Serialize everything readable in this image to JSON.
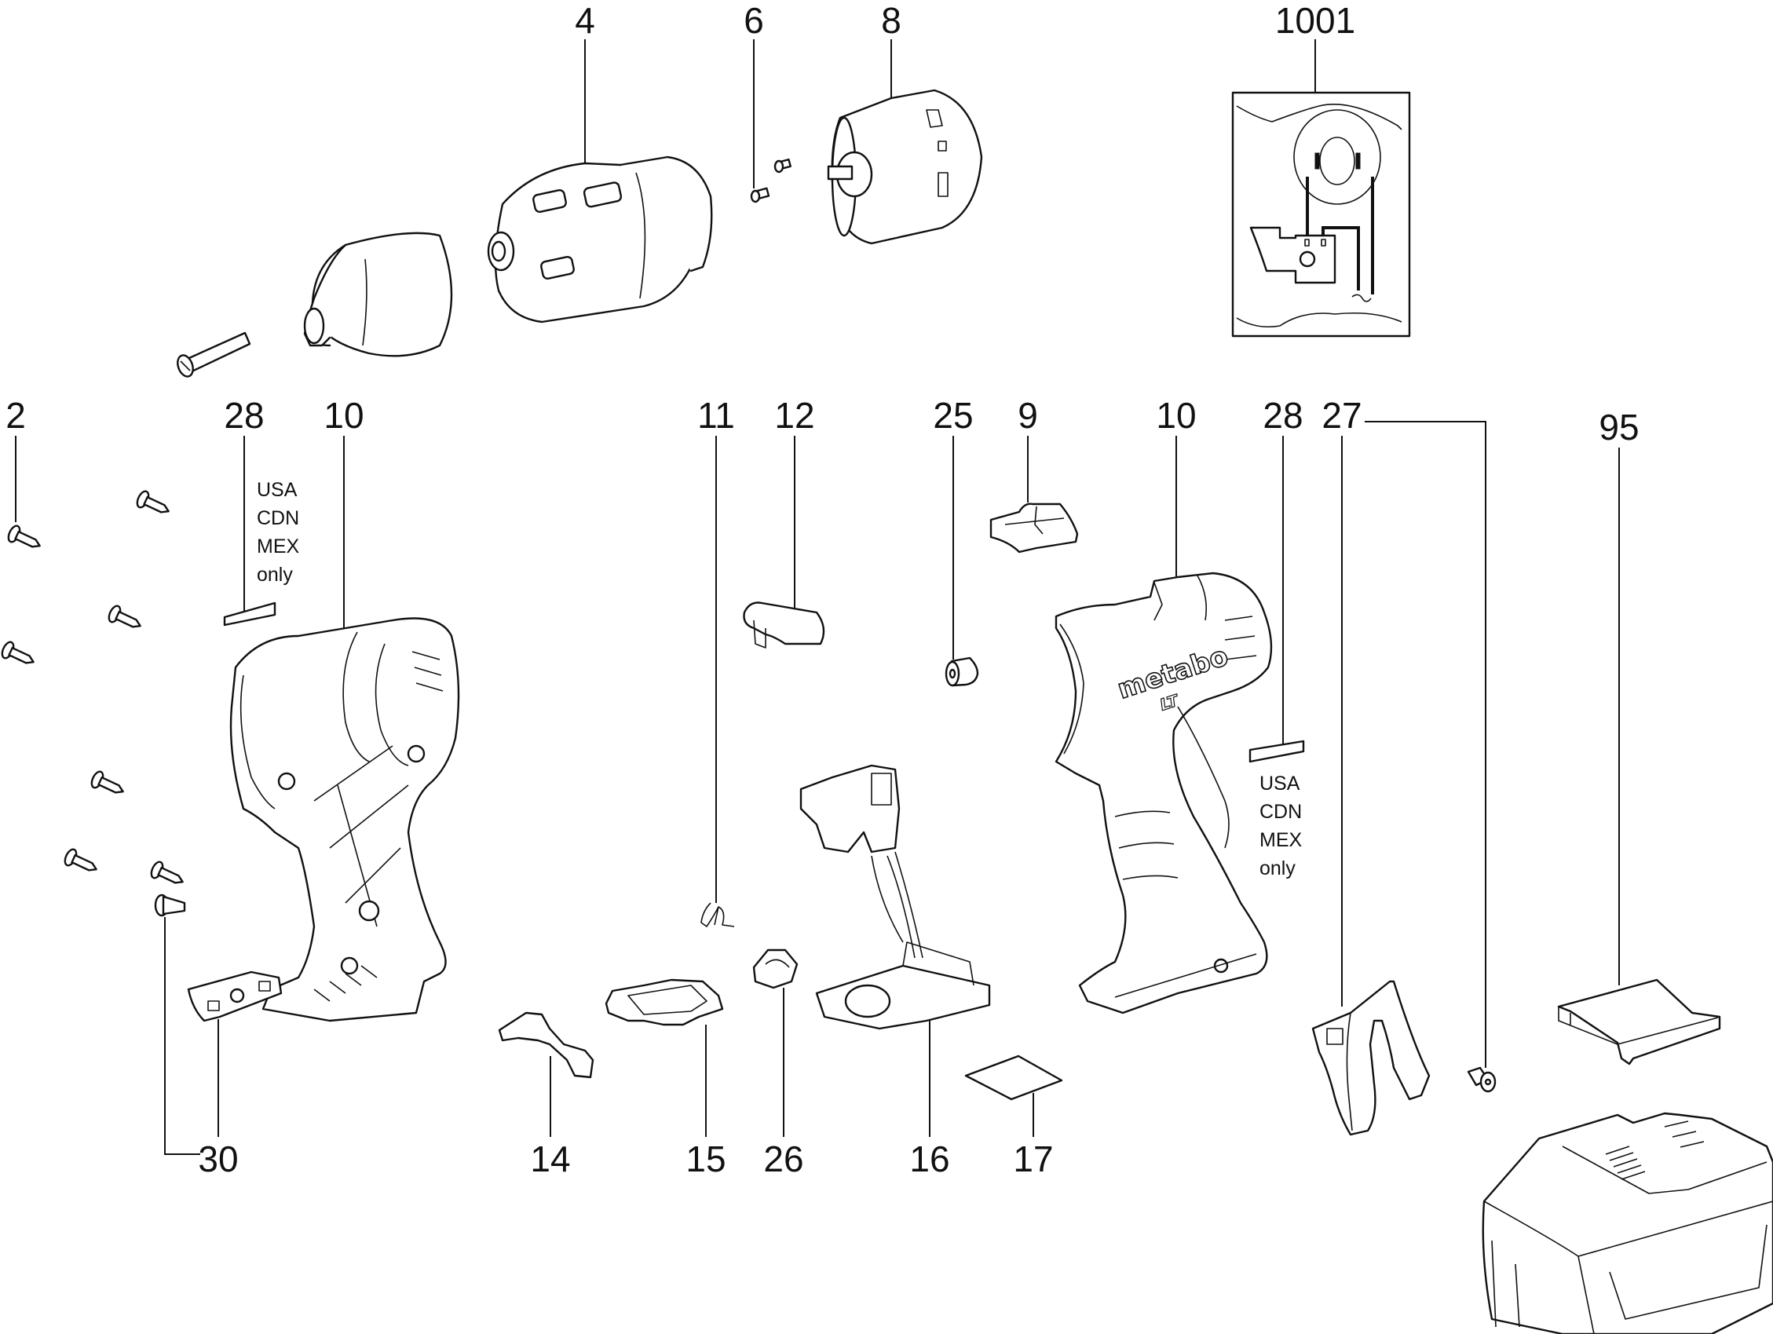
{
  "diagram": {
    "title": "Exploded parts diagram - cordless drill/driver",
    "brand_marking": "metabo",
    "brand_sub_marking": "LT",
    "region_note": [
      "USA",
      "CDN",
      "MEX",
      "only"
    ],
    "callouts": [
      {
        "id": "c4",
        "label": "4",
        "part": "gearbox"
      },
      {
        "id": "c6",
        "label": "6",
        "part": "screw"
      },
      {
        "id": "c8",
        "label": "8",
        "part": "motor"
      },
      {
        "id": "c1001",
        "label": "1001",
        "part": "wiring-diagram-label"
      },
      {
        "id": "c2",
        "label": "2",
        "part": "screws"
      },
      {
        "id": "c28a",
        "label": "28",
        "part": "label-plate"
      },
      {
        "id": "c10a",
        "label": "10",
        "part": "housing-half-left"
      },
      {
        "id": "c11",
        "label": "11",
        "part": "spring"
      },
      {
        "id": "c12",
        "label": "12",
        "part": "button"
      },
      {
        "id": "c25",
        "label": "25",
        "part": "sleeve"
      },
      {
        "id": "c9",
        "label": "9",
        "part": "selector-slide"
      },
      {
        "id": "c10b",
        "label": "10",
        "part": "housing-half-right"
      },
      {
        "id": "c28b",
        "label": "28",
        "part": "label-plate"
      },
      {
        "id": "c27",
        "label": "27",
        "part": "belt-hook"
      },
      {
        "id": "c95",
        "label": "95",
        "part": "battery-contact-plate"
      },
      {
        "id": "c30",
        "label": "30",
        "part": "bit-holder"
      },
      {
        "id": "c14",
        "label": "14",
        "part": "lever"
      },
      {
        "id": "c15",
        "label": "15",
        "part": "holder"
      },
      {
        "id": "c26",
        "label": "26",
        "part": "cap"
      },
      {
        "id": "c16",
        "label": "16",
        "part": "switch"
      },
      {
        "id": "c17",
        "label": "17",
        "part": "pad"
      }
    ]
  }
}
